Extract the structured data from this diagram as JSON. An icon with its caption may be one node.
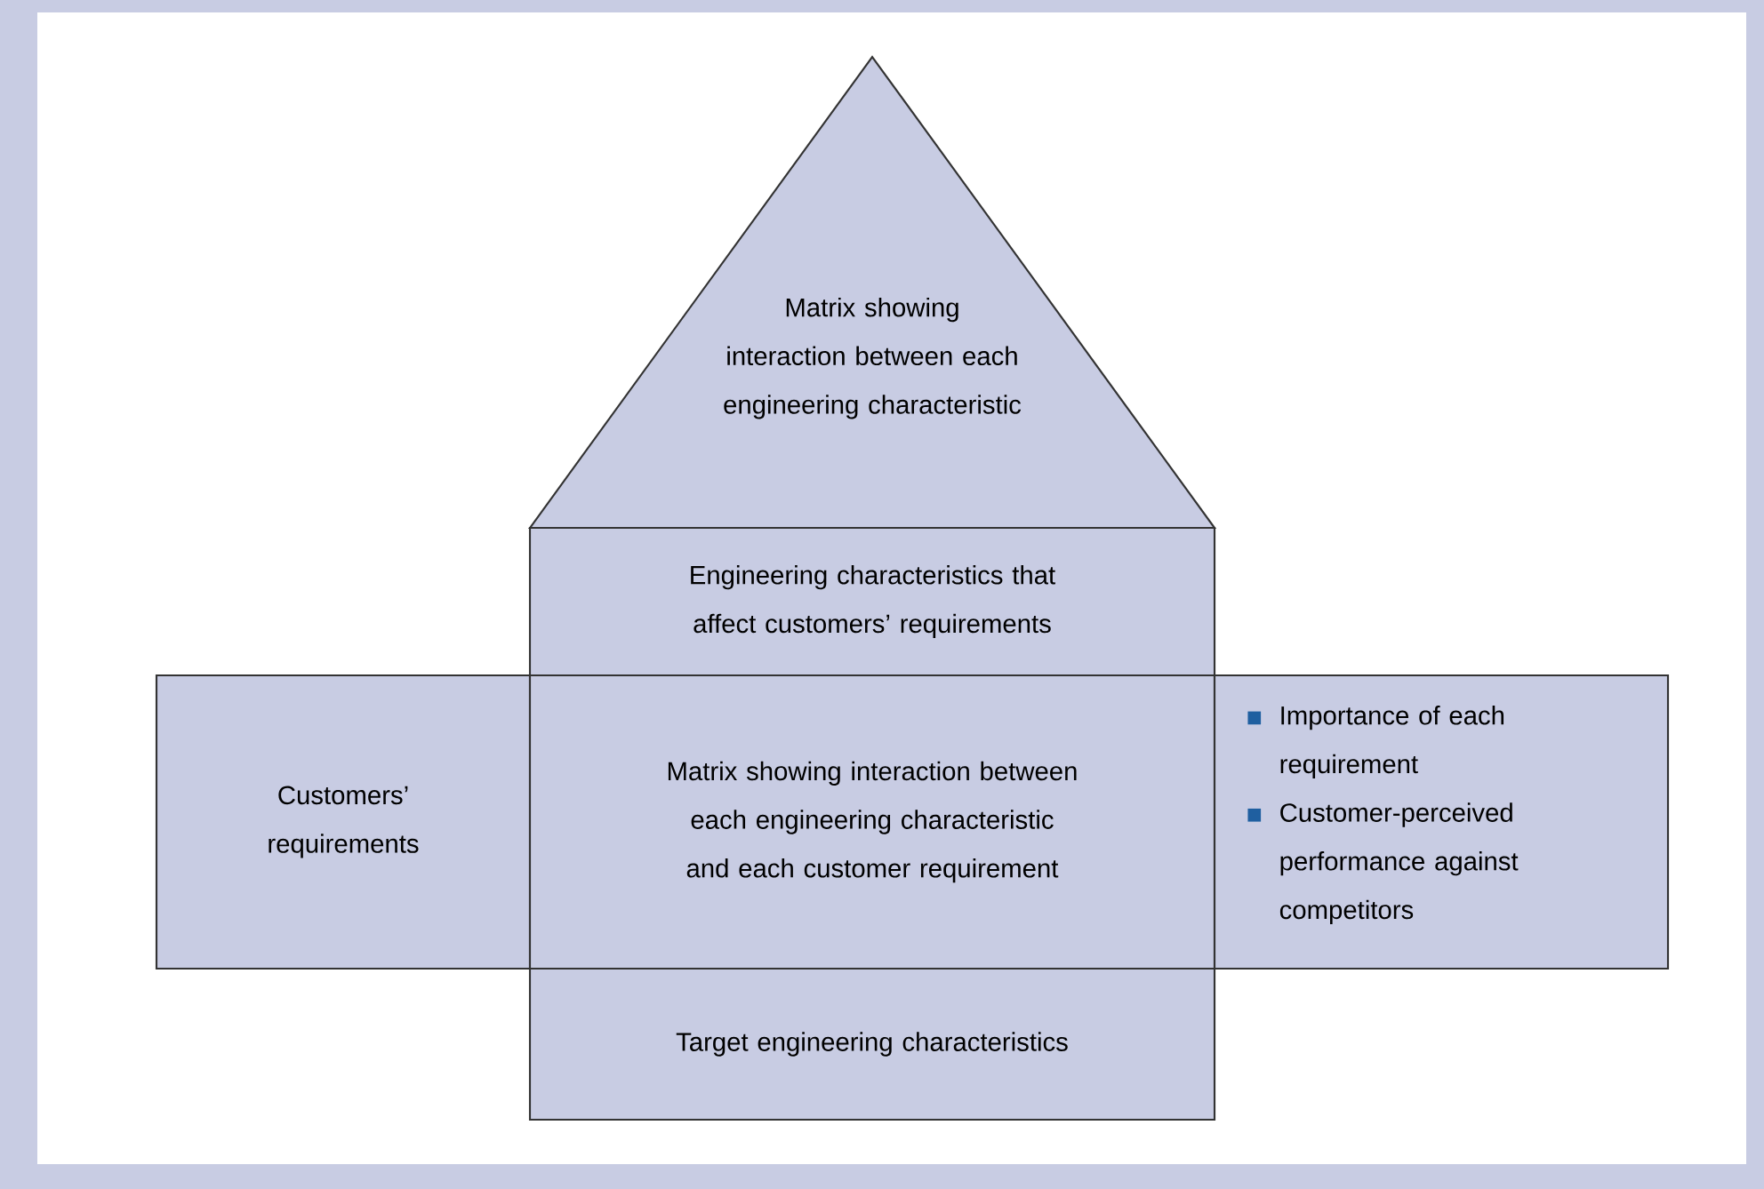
{
  "diagram": {
    "nodes": [
      {
        "text": [
          "Matrix showing interaction between each engineering characteristic"
        ]
      },
      {
        "text": [
          "Engineering characteristics that affect customers’ requirements"
        ]
      },
      {
        "text": [
          "Customers’ requirements"
        ]
      },
      {
        "text": [
          "Matrix showing interaction between each engineering characteristic and each customer requirement"
        ]
      },
      {
        "text": [
          "Importance of each requirement",
          "Customer-perceived performance against competitors"
        ]
      },
      {
        "text": [
          "Target engineering characteristics"
        ]
      }
    ],
    "edges": []
  }
}
